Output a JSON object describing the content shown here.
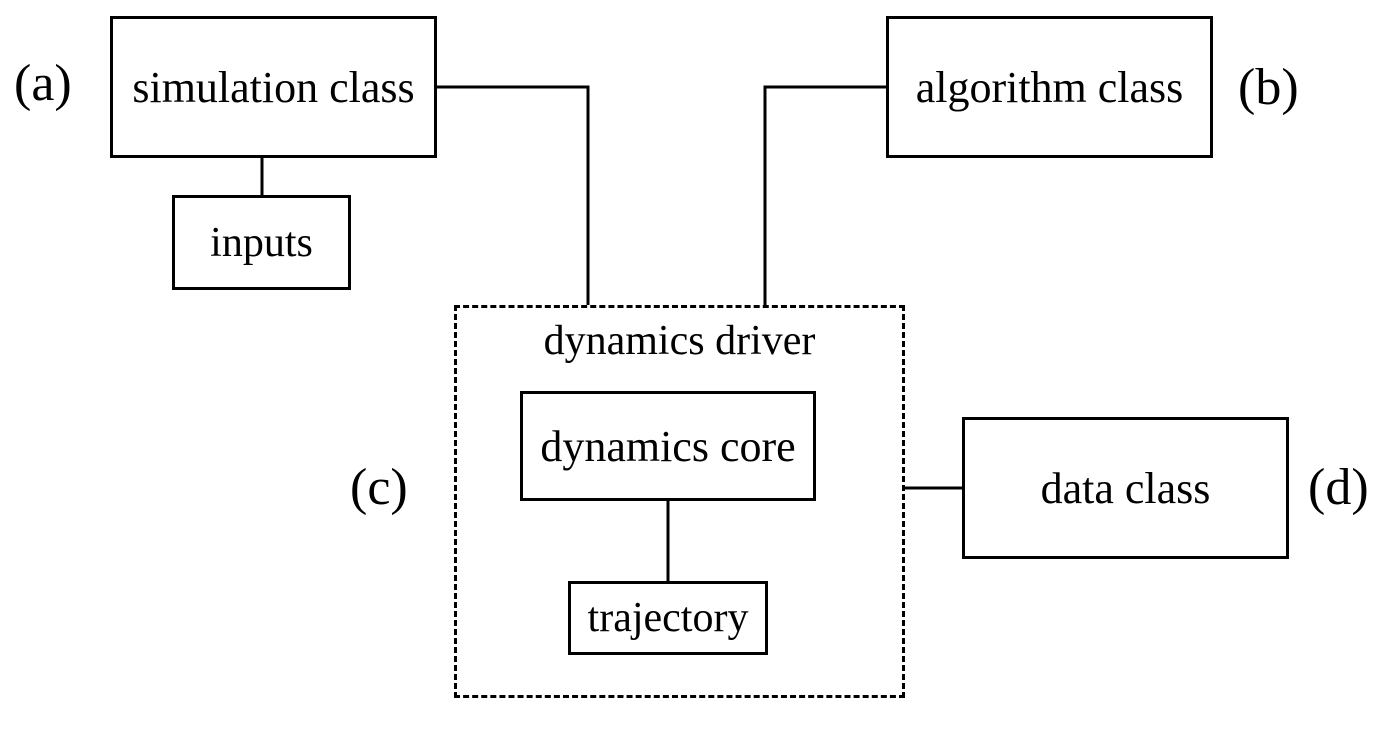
{
  "nodes": {
    "simulation": "simulation class",
    "inputs": "inputs",
    "algorithm": "algorithm class",
    "driver": "dynamics driver",
    "core": "dynamics core",
    "trajectory": "trajectory",
    "data": "data class"
  },
  "tags": {
    "a": "(a)",
    "b": "(b)",
    "c": "(c)",
    "d": "(d)"
  },
  "edges": [
    {
      "from": "simulation class",
      "to": "inputs"
    },
    {
      "from": "simulation class",
      "to": "dynamics driver"
    },
    {
      "from": "algorithm class",
      "to": "dynamics driver"
    },
    {
      "from": "dynamics core",
      "to": "trajectory"
    },
    {
      "from": "dynamics driver",
      "to": "data class"
    }
  ]
}
